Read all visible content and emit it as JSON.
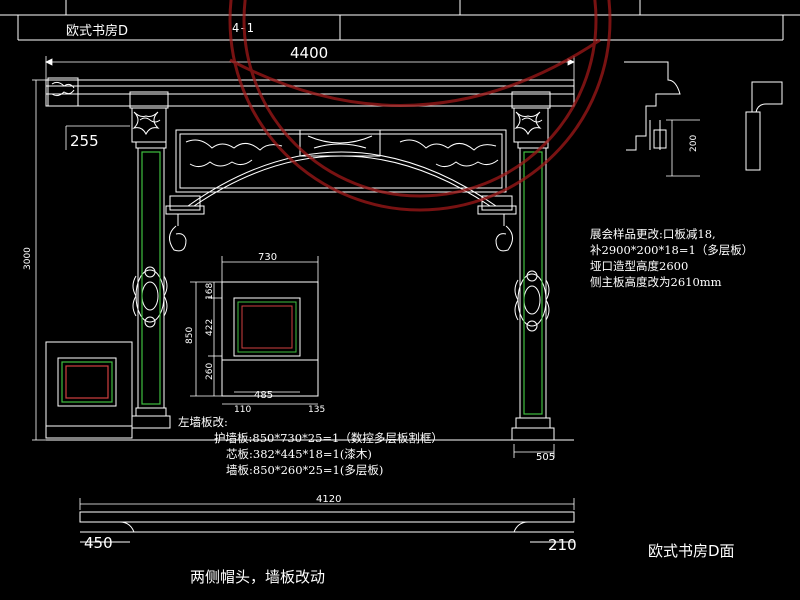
{
  "header": {
    "title": "欧式书房D",
    "sheet": "4-1"
  },
  "dimensions": {
    "total_width": "4400",
    "height": "3000",
    "top_offset": "255",
    "inset_width": "730",
    "inset_h1": "168",
    "inset_h2": "422",
    "inset_h3": "260",
    "inset_total": "850",
    "inset_inner": "485",
    "inset_left": "110",
    "inset_right": "135",
    "pilaster_base": "505",
    "profile_height": "200",
    "lintel_width": "4120",
    "lintel_left": "450",
    "lintel_right": "210"
  },
  "notes": {
    "line1": "展会样品更改:口板减18,",
    "line2": "补2900*200*18=1（多层板）",
    "line3": "垭口造型高度2600",
    "line4": "侧主板高度改为2610mm"
  },
  "wall_notes": {
    "title": "左墙板改:",
    "line1": "护墙板:850*730*25=1（数控多层板割框）",
    "line2": "芯板:382*445*18=1(漆木)",
    "line3": "墙板:850*260*25=1(多层板)"
  },
  "captions": {
    "bottom": "两侧帽头，墙板改动",
    "right": "欧式书房D面"
  },
  "colors": {
    "line": "#ffffff",
    "accent_green": "#3fbf3f",
    "accent_red": "#d04040",
    "watermark": "#a01818",
    "dimension": "#ffffff"
  }
}
